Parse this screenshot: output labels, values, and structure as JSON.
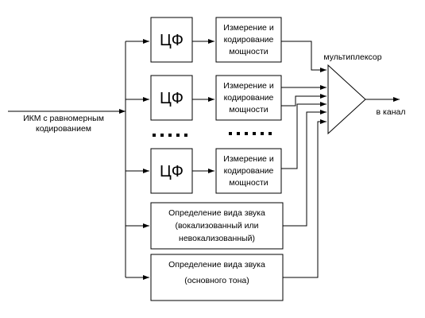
{
  "input_label": [
    "ИКМ с равномерным",
    "кодированием"
  ],
  "filter_label": "ЦФ",
  "measure_label": [
    "Измерение и",
    "кодирование",
    "мощности"
  ],
  "voicing_label": [
    "Определение вида звука",
    "(вокализованный или",
    "невокализованный)"
  ],
  "pitch_label": [
    "Определение вида звука",
    "(основного тона)"
  ],
  "mux_label": "мультиплексор",
  "output_label": "в канал"
}
